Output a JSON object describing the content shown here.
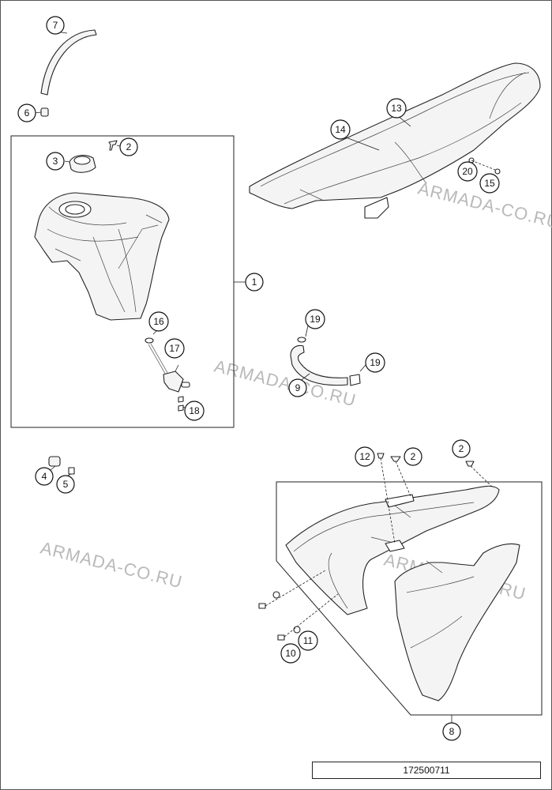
{
  "diagram_code": "172500711",
  "watermarks": [
    "ARMADA-CO.RU",
    "ARMADA-CO.RU",
    "ARMADA-CO.RU",
    "ARMADA-CO.RU"
  ],
  "callouts": [
    "7",
    "6",
    "2",
    "3",
    "13",
    "14",
    "20",
    "15",
    "1",
    "16",
    "17",
    "18",
    "19",
    "19",
    "9",
    "4",
    "5",
    "12",
    "2",
    "2",
    "11",
    "10",
    "8"
  ]
}
